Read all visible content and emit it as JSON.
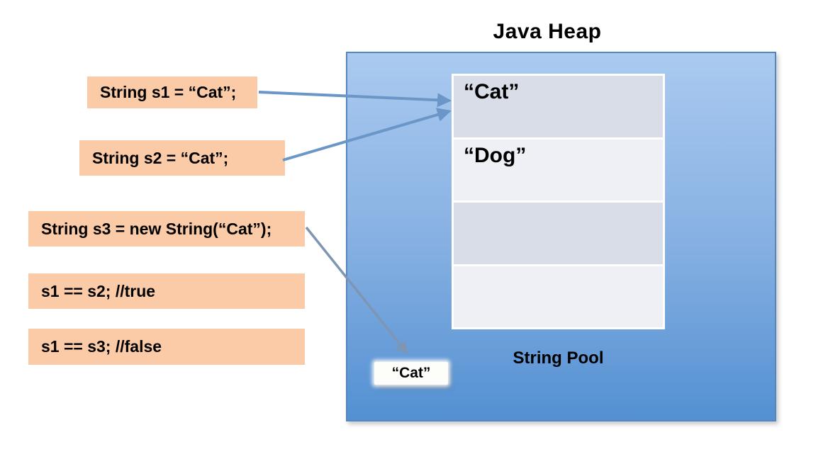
{
  "title": "Java Heap",
  "heap": {
    "pool_label": "String Pool",
    "pool_cells": [
      "“Cat”",
      "“Dog”",
      "",
      ""
    ],
    "cat_object_label": "“Cat”"
  },
  "code_boxes": [
    {
      "id": "s1-assignment",
      "label": "String s1 = “Cat”;"
    },
    {
      "id": "s2-assignment",
      "label": "String s2 = “Cat”;"
    },
    {
      "id": "s3-assignment",
      "label": "String s3 = new String(“Cat”);"
    },
    {
      "id": "compare-s1-s2",
      "label": "s1 == s2; //true"
    },
    {
      "id": "compare-s1-s3",
      "label": "s1 == s3; //false"
    }
  ],
  "arrows": [
    {
      "from": "s1-assignment",
      "to": "pool-cell-cat"
    },
    {
      "from": "s2-assignment",
      "to": "pool-cell-cat"
    },
    {
      "from": "s3-assignment",
      "to": "heap-cat-object"
    }
  ],
  "colors": {
    "heap_fill_top": "#AACAF0",
    "heap_fill_bottom": "#5390D2",
    "heap_border": "#5586C0",
    "pool_row_dark": "#D9DDE8",
    "pool_row_light": "#EEF0F5",
    "code_box_fill": "#FACBA6",
    "arrow_blue": "#6B96C8",
    "arrow_gray_blue": "#7E96B2",
    "text": "#000000"
  }
}
